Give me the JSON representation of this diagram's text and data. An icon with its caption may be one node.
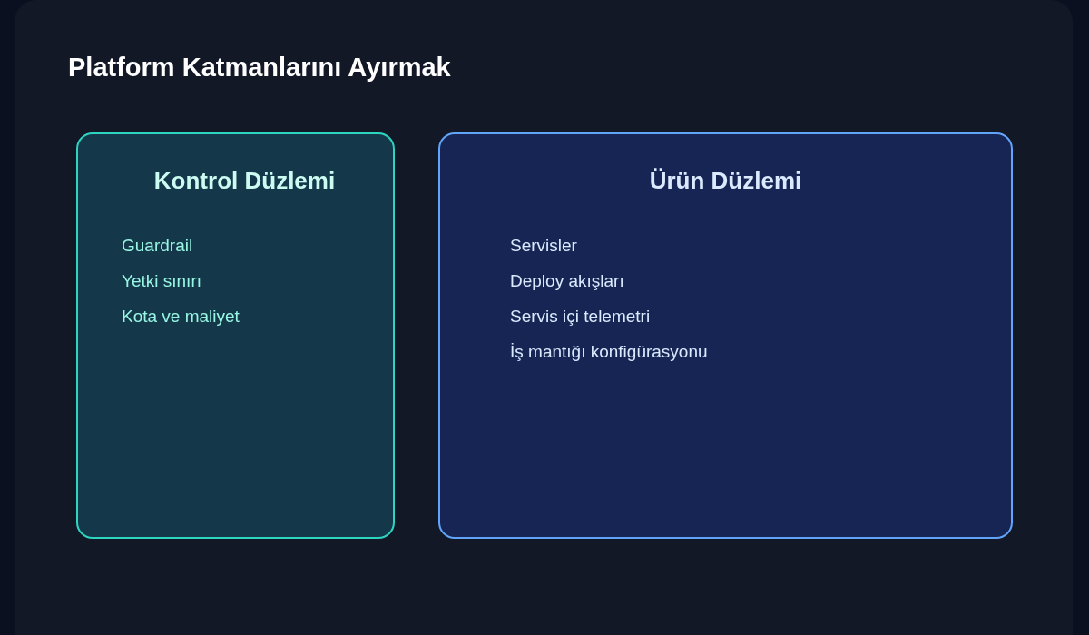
{
  "diagram": {
    "title": "Platform Katmanlarını Ayırmak",
    "nodes": [
      {
        "text": [
          "Kontrol Düzlemi",
          "Guardrail",
          "Yetki sınırı",
          "Kota ve maliyet"
        ]
      },
      {
        "text": [
          "Ürün Düzlemi",
          "Servisler",
          "Deploy akışları",
          "Servis içi telemetri",
          "İş mantığı konfigürasyonu"
        ]
      }
    ]
  }
}
